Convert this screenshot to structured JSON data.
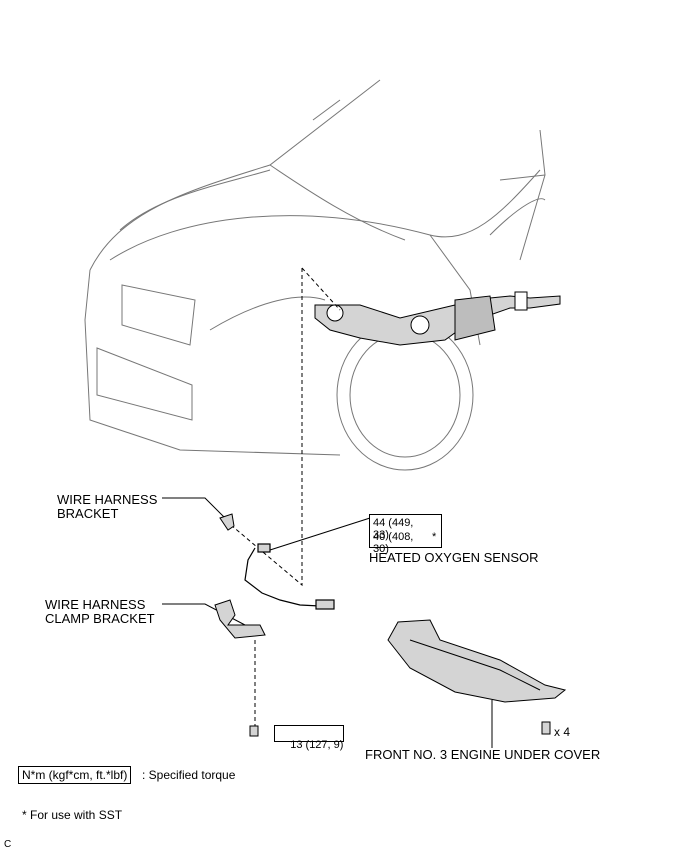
{
  "labels": {
    "wire_harness_bracket": "WIRE HARNESS\nBRACKET",
    "wire_harness_clamp_bracket": "WIRE HARNESS\nCLAMP BRACKET",
    "heated_oxygen_sensor": "HEATED OXYGEN SENSOR",
    "front_no3_engine_under_cover": "FRONT NO. 3 ENGINE UNDER COVER",
    "quantity_x4": "x 4"
  },
  "torque": {
    "sensor_value": "44 (449,\n33)",
    "sensor_sst_value": "40 (408,\n30)",
    "sst_mark": "*",
    "bracket_bolt_value": "13 (127, 9)"
  },
  "legend": {
    "unit_box": "N*m (kgf*cm, ft.*lbf)",
    "unit_desc": ": Specified torque",
    "sst_note": "* For use with SST"
  },
  "corner_mark": "C",
  "colors": {
    "line": "#000000",
    "light_line": "#777777",
    "part_fill": "#d4d4d4"
  }
}
